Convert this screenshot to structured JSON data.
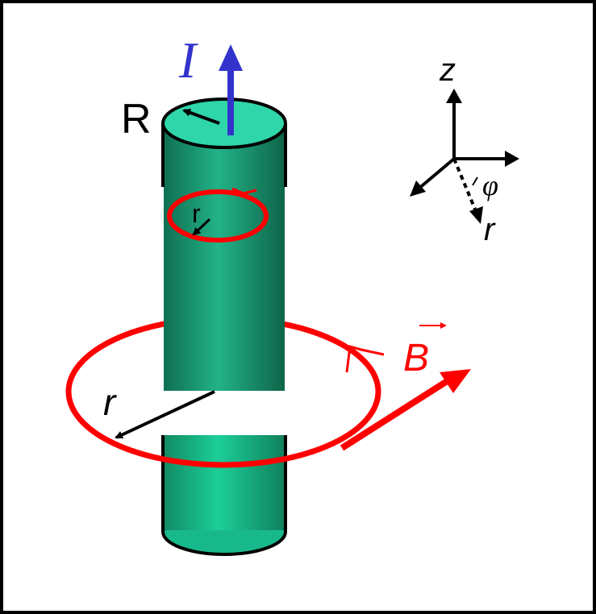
{
  "labels": {
    "current": "I",
    "outer_radius": "R",
    "inner_loop_radius": "r",
    "outer_loop_radius": "r",
    "field": "B",
    "axis_z": "z",
    "axis_r": "r",
    "axis_phi": "φ"
  },
  "colors": {
    "cylinder_body": "#1f9a76",
    "cylinder_top": "#2fd6aa",
    "cylinder_bottom": "#16b58a",
    "current_arrow": "#3333cc",
    "field_loop": "#ff0000",
    "outline": "#000000"
  }
}
